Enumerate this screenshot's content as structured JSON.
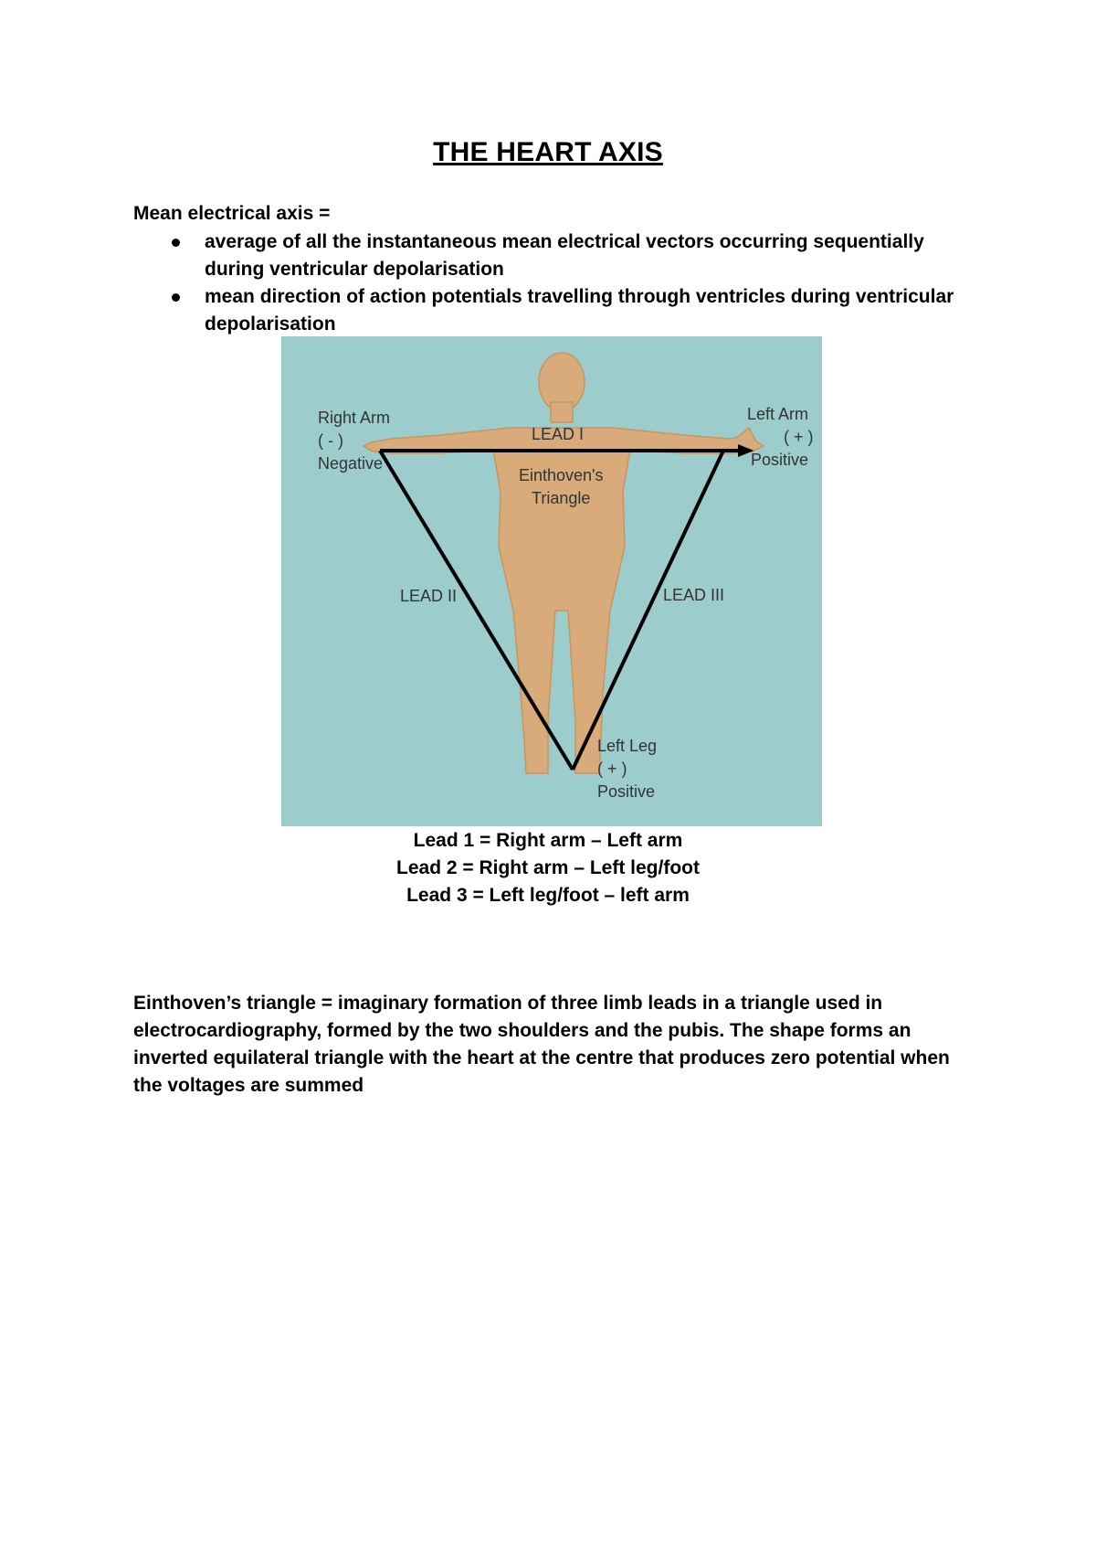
{
  "document": {
    "title": "THE HEART AXIS",
    "intro": "Mean electrical axis =",
    "bullets": [
      "average of all the instantaneous mean electrical vectors occurring sequentially during ventricular depolarisation",
      "mean direction of action potentials travelling through ventricles during ventricular depolarisation"
    ],
    "figure": {
      "right_arm": {
        "name": "Right Arm",
        "sign": "( - )",
        "polarity": "Negative"
      },
      "left_arm": {
        "name": "Left Arm",
        "sign": "( + )",
        "polarity": "Positive"
      },
      "left_leg": {
        "name": "Left Leg",
        "sign": "( + )",
        "polarity": "Positive"
      },
      "lead_1": "LEAD I",
      "lead_2": "LEAD II",
      "lead_3": "LEAD III",
      "triangle_label_line1": "Einthoven's",
      "triangle_label_line2": "Triangle",
      "colors": {
        "background": "#9ccccc",
        "body": "#d9aa7a",
        "triangle": "#000000"
      }
    },
    "leads": [
      "Lead 1 = Right arm – Left arm",
      "Lead 2 = Right arm – Left leg/foot",
      "Lead 3 = Left leg/foot – left arm"
    ],
    "definition": "Einthoven’s triangle = imaginary formation of three limb leads in a triangle used in electrocardiography, formed by the two shoulders and the pubis. The shape forms an inverted equilateral triangle with the heart at the centre that produces zero potential when the voltages are summed"
  }
}
